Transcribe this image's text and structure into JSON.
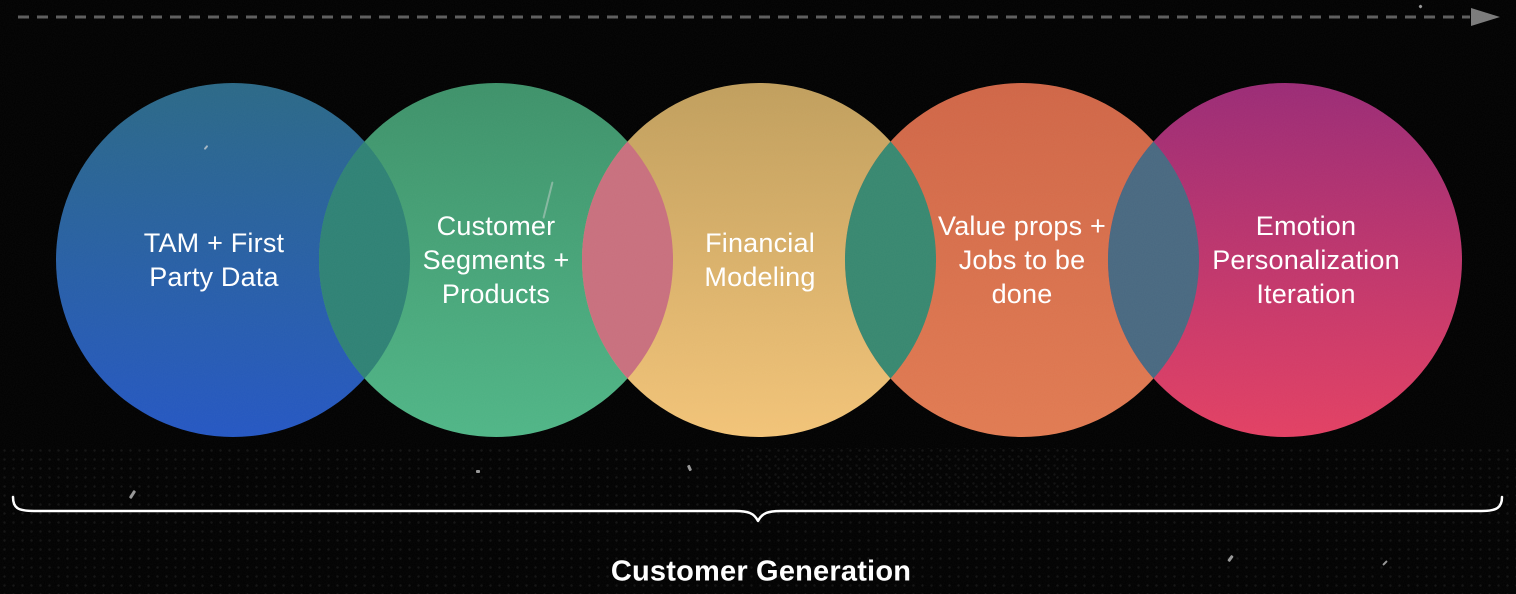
{
  "background_color": "#000000",
  "top_arrow": {
    "line_color": "#5c5c5c",
    "head_color": "#7a7a7a"
  },
  "circles": [
    {
      "lines": [
        "TAM + First",
        "Party Data"
      ],
      "color_top": "#2a6886",
      "color_bottom": "#2456c2",
      "text_color": "#ffffff"
    },
    {
      "lines": [
        "Customer",
        "Segments +",
        "Products"
      ],
      "color_top": "#3d9169",
      "color_bottom": "#4fb586",
      "text_color": "#ffffff"
    },
    {
      "lines": [
        "Financial",
        "Modeling"
      ],
      "color_top": "#c09e5c",
      "color_bottom": "#f2c377",
      "text_color": "#ffffff"
    },
    {
      "lines": [
        "Value props +",
        "Jobs to be",
        "done"
      ],
      "color_top": "#cf6546",
      "color_bottom": "#e07a51",
      "text_color": "#ffffff"
    },
    {
      "lines": [
        "Emotion",
        "Personalization",
        "Iteration"
      ],
      "color_top": "#9a2a75",
      "color_bottom": "#e23f62",
      "text_color": "#ffffff"
    }
  ],
  "overlaps": [
    {
      "color": "#2e8174"
    },
    {
      "color": "#c86f7d"
    },
    {
      "color": "#37876f"
    },
    {
      "color": "#486880"
    }
  ],
  "brace": {
    "color": "#ffffff"
  },
  "title": {
    "text": "Customer Generation",
    "color": "#ffffff"
  }
}
